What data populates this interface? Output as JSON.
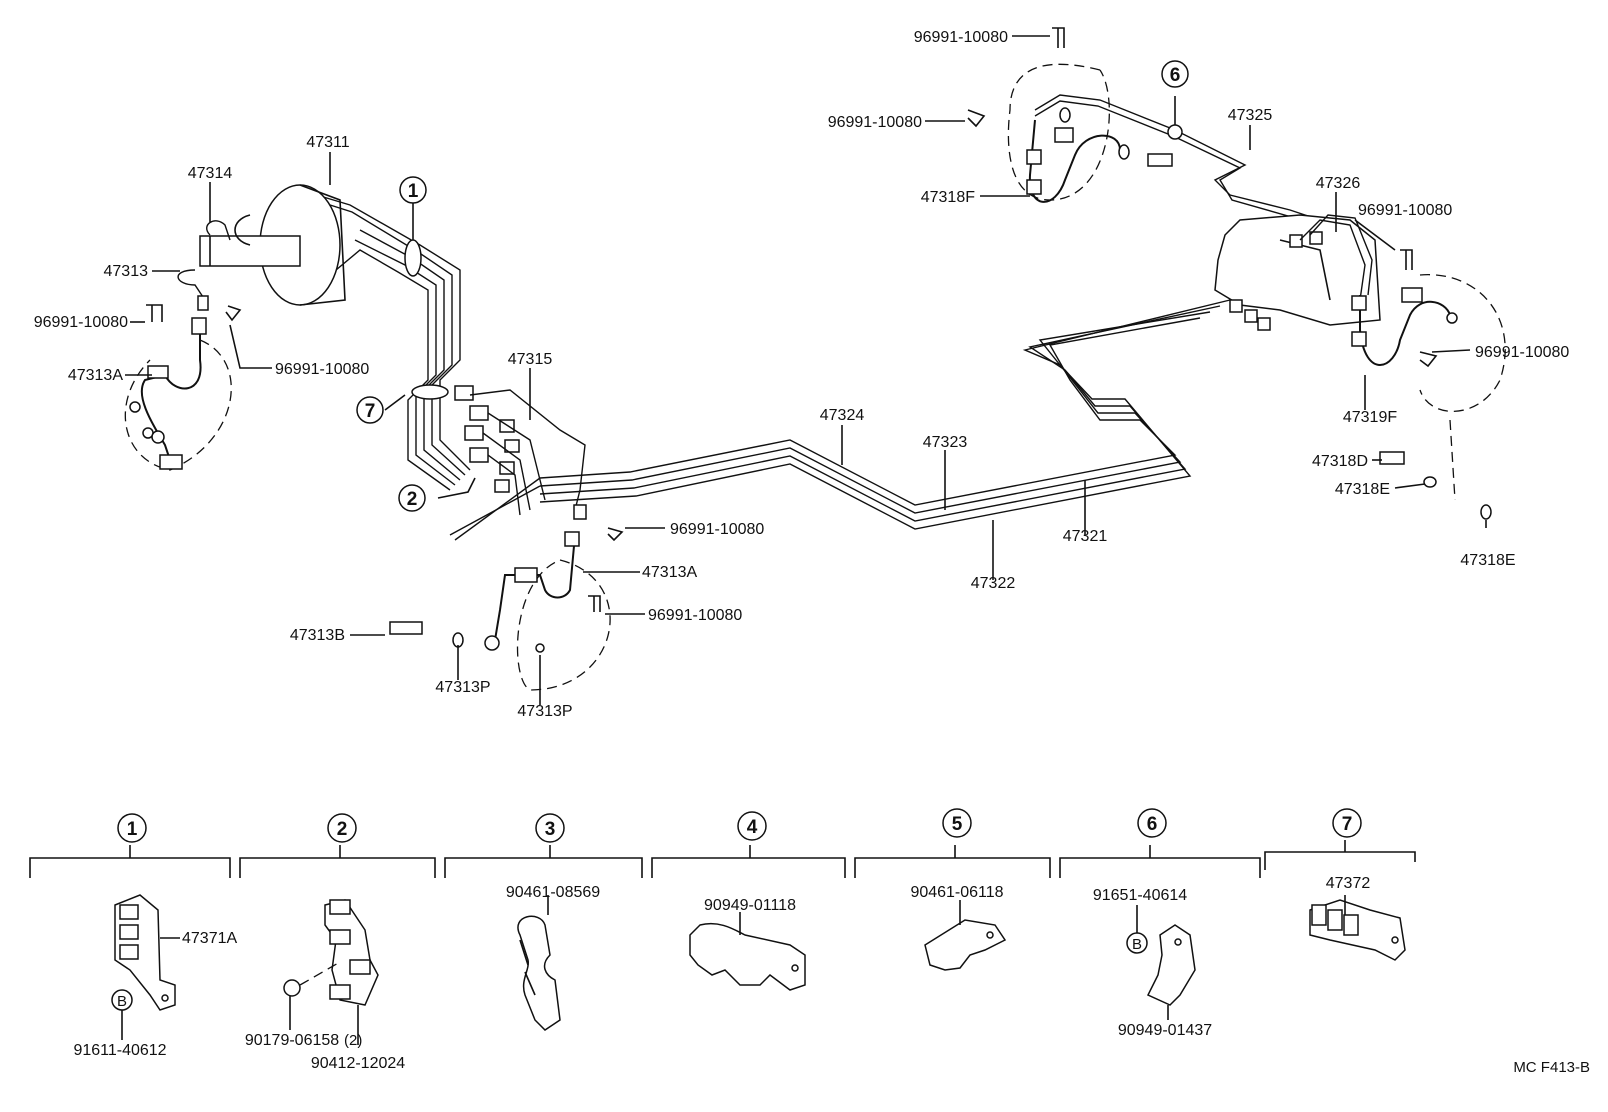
{
  "diagram": {
    "code": "MC F413-B",
    "labels": {
      "l47311": "47311",
      "l47314": "47314",
      "l47313": "47313",
      "l96991_a": "96991-10080",
      "l47313A_a": "47313A",
      "l96991_b": "96991-10080",
      "l47315": "47315",
      "l47324": "47324",
      "l47323": "47323",
      "l47321": "47321",
      "l47322": "47322",
      "l96991_c": "96991-10080",
      "l47313A_b": "47313A",
      "l96991_d": "96991-10080",
      "l47313B": "47313B",
      "l47313P_a": "47313P",
      "l47313P_b": "47313P",
      "l96991_e": "96991-10080",
      "l96991_f": "96991-10080",
      "l47318F": "47318F",
      "l47325": "47325",
      "l47326": "47326",
      "l96991_g": "96991-10080",
      "l96991_h": "96991-10080",
      "l47319F": "47319F",
      "l47318D": "47318D",
      "l47318E_a": "47318E",
      "l47318E_b": "47318E"
    },
    "callouts": {
      "c1": "1",
      "c2": "2",
      "c6": "6",
      "c7": "7"
    },
    "groups": [
      {
        "num": "1",
        "parts": [
          "47371A",
          "91611-40612"
        ],
        "marker": "B"
      },
      {
        "num": "2",
        "parts": [
          "90179-06158",
          "(2)",
          "90412-12024"
        ]
      },
      {
        "num": "3",
        "parts": [
          "90461-08569"
        ]
      },
      {
        "num": "4",
        "parts": [
          "90949-01118"
        ]
      },
      {
        "num": "5",
        "parts": [
          "90461-06118"
        ]
      },
      {
        "num": "6",
        "parts": [
          "91651-40614",
          "90949-01437"
        ],
        "marker": "B"
      },
      {
        "num": "7",
        "parts": [
          "47372"
        ]
      }
    ]
  }
}
